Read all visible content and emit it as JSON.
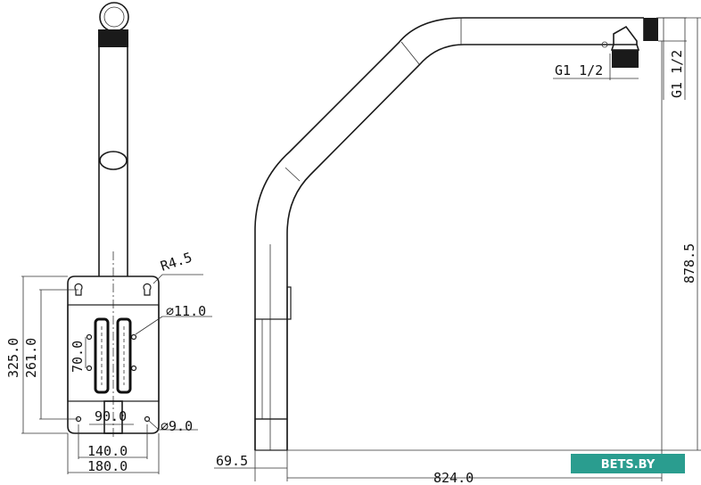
{
  "dimensions": {
    "radius": "R4.5",
    "hole_large": "⌀11.0",
    "hole_small": "⌀9.0",
    "plate_height": "325.0",
    "hole_spacing_vertical": "261.0",
    "slot_height": "70.0",
    "slot_spacing": "90.0",
    "hole_spacing_horizontal": "140.0",
    "plate_width": "180.0",
    "thread_outlet": "G1 1/2",
    "thread_top": "G1 1/2",
    "total_height": "878.5",
    "base_offset": "69.5",
    "total_reach": "824.0"
  },
  "watermark": {
    "text": "BETS.BY",
    "color": "#2a9d8f"
  }
}
